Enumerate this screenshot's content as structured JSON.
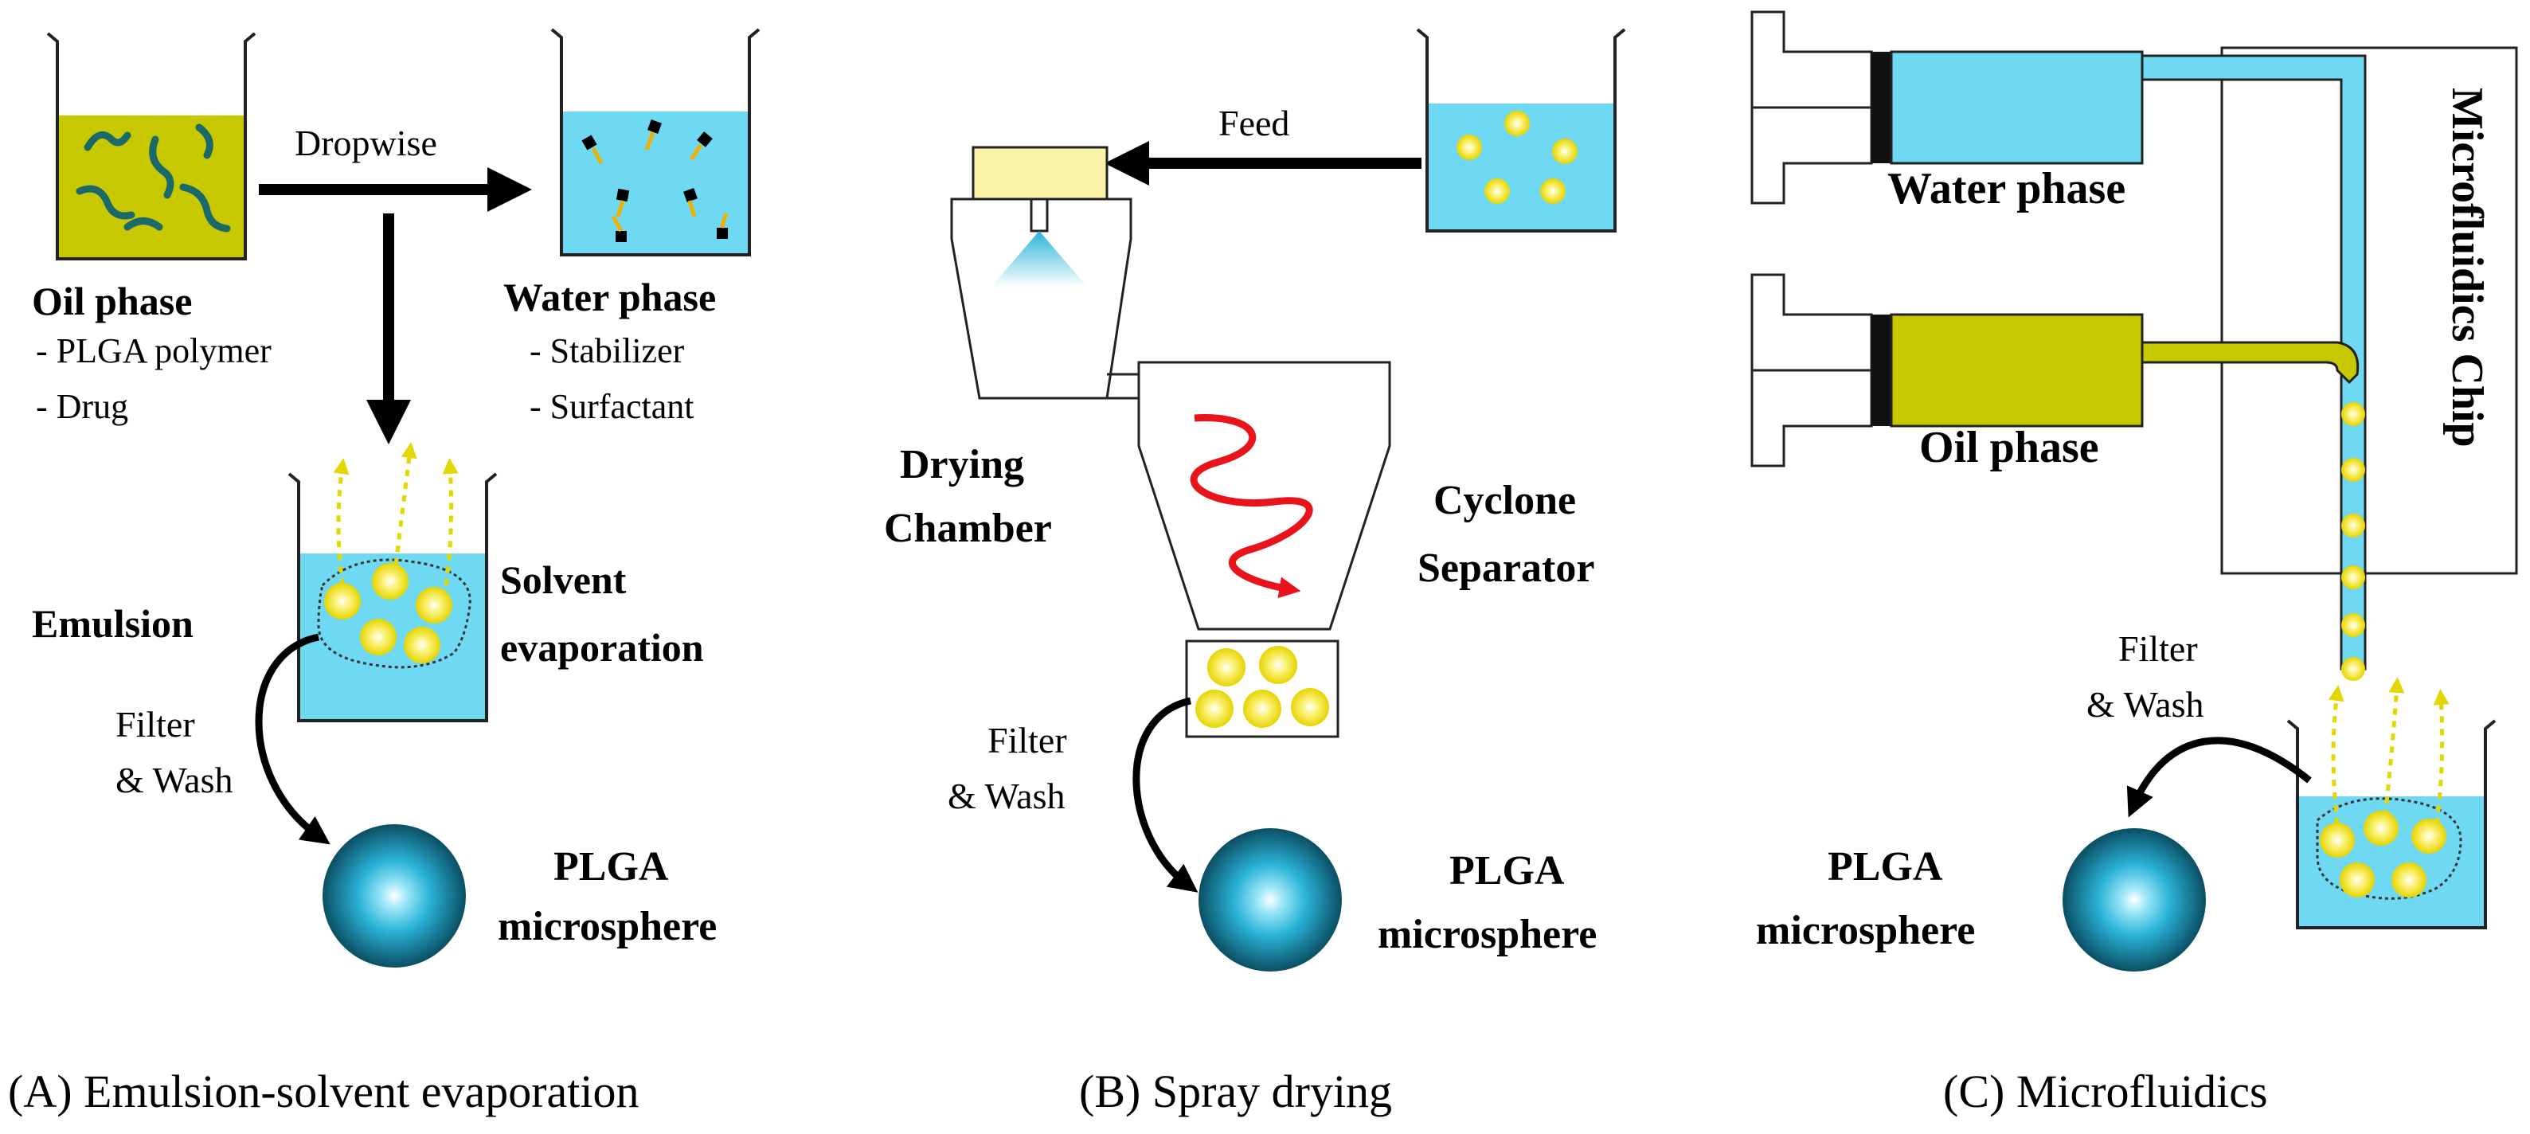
{
  "colors": {
    "oil": "#c8c800",
    "water": "#6fd8f2",
    "worm": "#1b6a6a",
    "sphere_light": "#ffffff",
    "sphere_mid": "#2ab3d8",
    "sphere_dark": "#0b4f63",
    "cyclone_spiral": "#e8131b",
    "droplet": "#f3e52a",
    "vapor": "#e2d800",
    "feed_box": "#f8f3a6"
  },
  "icons": {
    "beaker": "beaker-icon",
    "syringe": "syringe-icon",
    "microsphere": "microsphere-icon",
    "droplet": "droplet-icon"
  },
  "panel_a": {
    "oil_title": "Oil phase",
    "oil_items": [
      "- PLGA polymer",
      "- Drug"
    ],
    "arrow_label": "Dropwise",
    "water_title": "Water phase",
    "water_items": [
      "- Stabilizer",
      "- Surfactant"
    ],
    "emulsion": "Emulsion",
    "solvent": [
      "Solvent",
      "evaporation"
    ],
    "filter": [
      "Filter",
      "& Wash"
    ],
    "product": [
      "PLGA",
      "microsphere"
    ],
    "caption": "(A) Emulsion-solvent evaporation"
  },
  "panel_b": {
    "feed": "Feed",
    "drying": [
      "Drying",
      "Chamber"
    ],
    "cyclone": [
      "Cyclone",
      "Separator"
    ],
    "filter": [
      "Filter",
      "& Wash"
    ],
    "product": [
      "PLGA",
      "microsphere"
    ],
    "caption": "(B) Spray drying"
  },
  "panel_c": {
    "water": "Water phase",
    "oil": "Oil phase",
    "chip": "Microfluidics Chip",
    "filter": [
      "Filter",
      "& Wash"
    ],
    "product": [
      "PLGA",
      "microsphere"
    ],
    "caption": "(C) Microfluidics"
  }
}
